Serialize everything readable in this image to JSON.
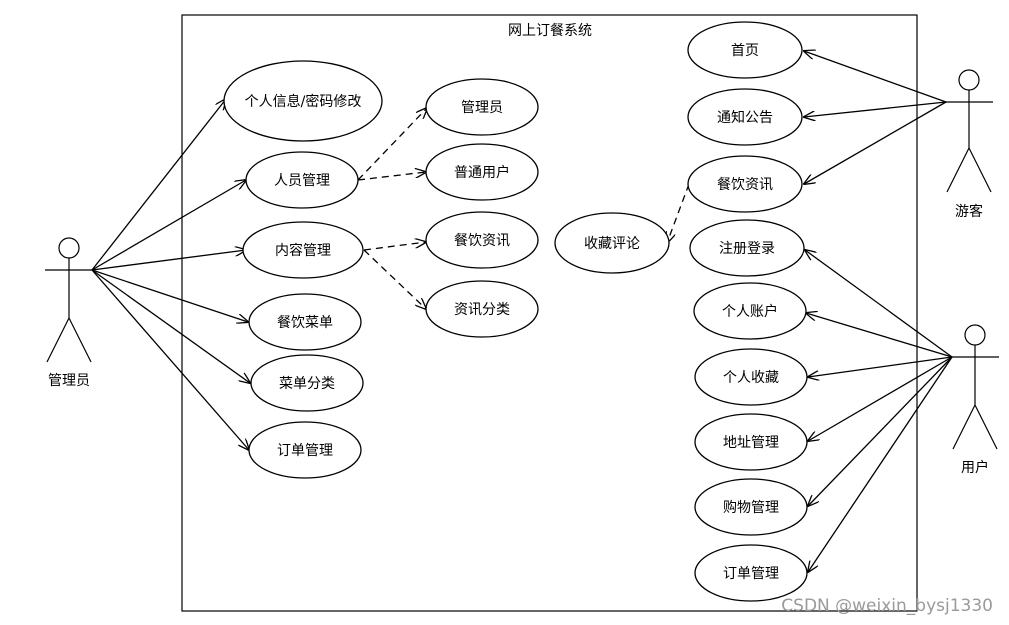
{
  "system": {
    "title": "网上订餐系统"
  },
  "actors": {
    "admin": "管理员",
    "guest": "游客",
    "user": "用户"
  },
  "use_cases": {
    "personal_info": "个人信息/密码修改",
    "staff_mgmt": "人员管理",
    "content_mgmt": "内容管理",
    "food_menu": "餐饮菜单",
    "menu_category": "菜单分类",
    "order_mgmt_admin": "订单管理",
    "admin_sub": "管理员",
    "normal_user": "普通用户",
    "food_news_admin": "餐饮资讯",
    "news_category": "资讯分类",
    "collect_comment": "收藏评论",
    "home": "首页",
    "notice": "通知公告",
    "food_news": "餐饮资讯",
    "register_login": "注册登录",
    "personal_account": "个人账户",
    "personal_collect": "个人收藏",
    "address_mgmt": "地址管理",
    "shopping_mgmt": "购物管理",
    "order_mgmt_user": "订单管理"
  },
  "watermark": "CSDN @weixin_bysj1330"
}
